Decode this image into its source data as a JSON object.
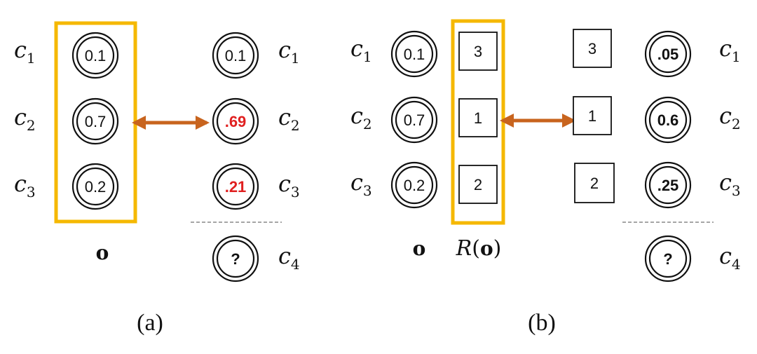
{
  "colors": {
    "highlight_box": "#f5b800",
    "arrow": "#c8641e",
    "changed_value": "#e02020",
    "separator": "#888888"
  },
  "classes": {
    "c1": "c",
    "c1_sub": "1",
    "c2": "c",
    "c2_sub": "2",
    "c3": "c",
    "c3_sub": "3",
    "c4": "c",
    "c4_sub": "4"
  },
  "panel_a": {
    "caption": "(a)",
    "vector_label": "o",
    "input_nodes": [
      "0.1",
      "0.7",
      "0.2"
    ],
    "output_nodes": [
      "0.1",
      ".69",
      ".21"
    ],
    "unknown_node": "?"
  },
  "panel_b": {
    "caption": "(b)",
    "vector_label": "o",
    "rank_label_R": "R",
    "rank_label_open": "(",
    "rank_label_arg": "o",
    "rank_label_close": ")",
    "input_nodes": [
      "0.1",
      "0.7",
      "0.2"
    ],
    "ranks": [
      "3",
      "1",
      "2"
    ],
    "output_ranks": [
      "3",
      "1",
      "2"
    ],
    "output_nodes": [
      ".05",
      "0.6",
      ".25"
    ],
    "unknown_node": "?"
  }
}
